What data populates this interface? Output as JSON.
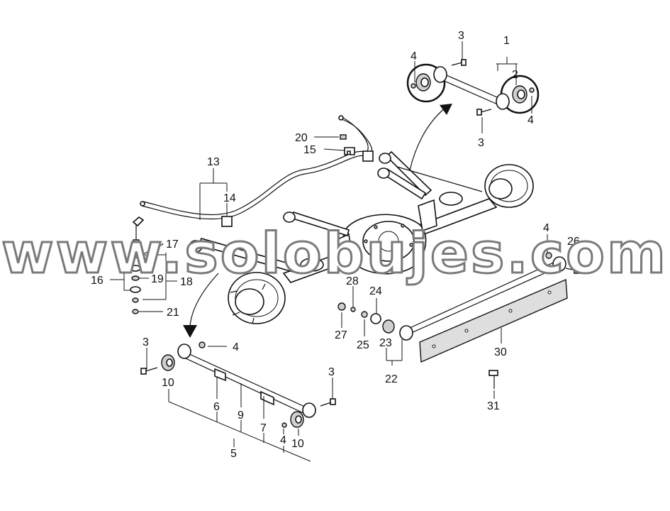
{
  "watermark": "www.solobujes.com",
  "labels": {
    "l1": "1",
    "l2": "2",
    "l3a": "3",
    "l3b": "3",
    "l3c": "3",
    "l3d": "3",
    "l4a": "4",
    "l4b": "4",
    "l4c": "4",
    "l4d": "4",
    "l4e": "4",
    "l5": "5",
    "l6": "6",
    "l7": "7",
    "l9": "9",
    "l10a": "10",
    "l10b": "10",
    "l13": "13",
    "l14": "14",
    "l15": "15",
    "l16": "16",
    "l17": "17",
    "l18": "18",
    "l19": "19",
    "l20": "20",
    "l21": "21",
    "l22": "22",
    "l23": "23",
    "l24": "24",
    "l25": "25",
    "l26": "26",
    "l27": "27",
    "l28": "28",
    "l30": "30",
    "l31": "31"
  }
}
